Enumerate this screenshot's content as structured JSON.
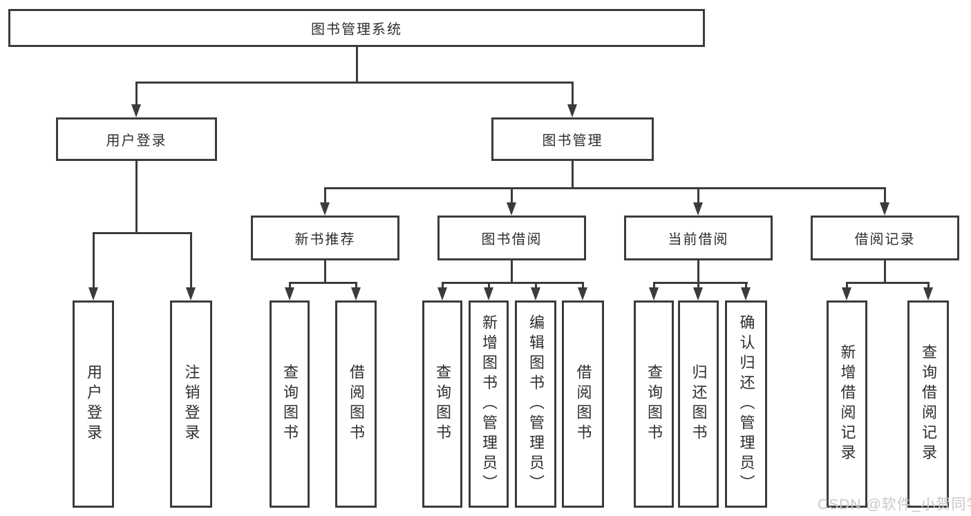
{
  "diagram": {
    "root": {
      "label": "图书管理系统"
    },
    "level2": {
      "user_login": {
        "label": "用户登录"
      },
      "book_mgmt": {
        "label": "图书管理"
      }
    },
    "level3": {
      "new_books": {
        "label": "新书推荐"
      },
      "borrow": {
        "label": "图书借阅"
      },
      "current": {
        "label": "当前借阅"
      },
      "records": {
        "label": "借阅记录"
      }
    },
    "leaves": {
      "user_login": [
        "用户登录",
        "注销登录"
      ],
      "new_books": [
        "查询图书",
        "借阅图书"
      ],
      "borrow": [
        "查询图书",
        "新增图书（管理员）",
        "编辑图书（管理员）",
        "借阅图书"
      ],
      "current": [
        "查询图书",
        "归还图书",
        "确认归还（管理员）"
      ],
      "records": [
        "新增借阅记录",
        "查询借阅记录"
      ]
    },
    "colors": {
      "line": "#3b3b3b",
      "text": "#2e2e2e",
      "watermark": "#c9c7c7",
      "background": "#ffffff"
    }
  },
  "watermark": {
    "text": "CSDN @软件_小贺同学"
  }
}
